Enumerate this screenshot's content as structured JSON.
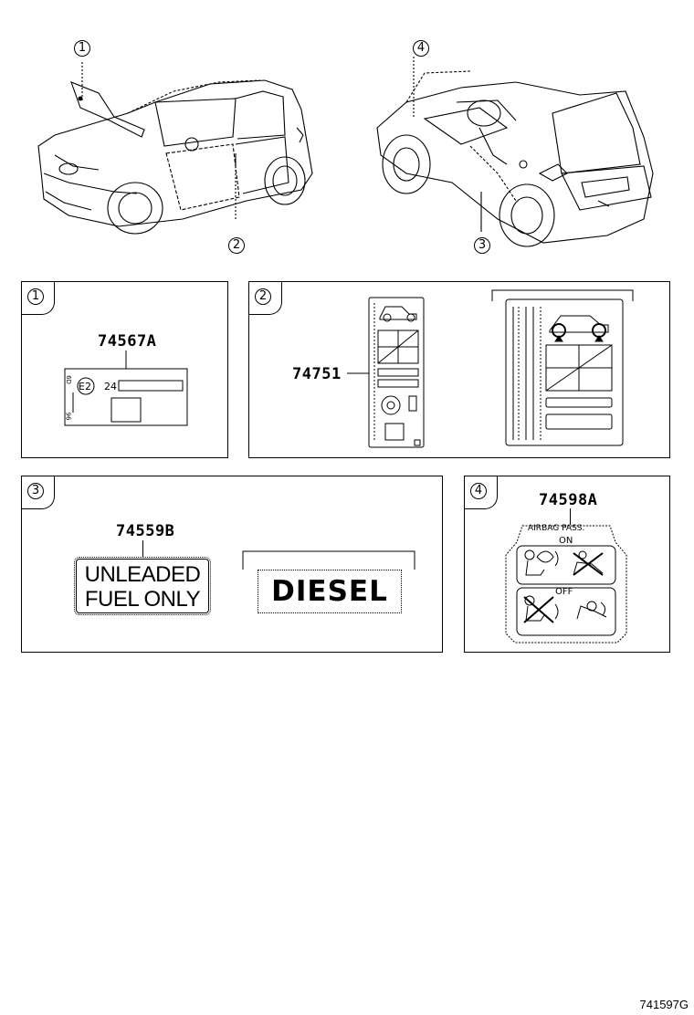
{
  "callouts": {
    "c1": "1",
    "c2": "2",
    "c3": "3",
    "c4": "4"
  },
  "panel1": {
    "number": "1",
    "part_no": "74567A",
    "label_e_mark": "E2",
    "label_code": "24",
    "side_text_top": "6D",
    "side_text_bottom": "96"
  },
  "panel2": {
    "number": "2",
    "part_no": "74751"
  },
  "panel3": {
    "number": "3",
    "part_no": "74559B",
    "unleaded_line1": "UNLEADED",
    "unleaded_line2": "FUEL ONLY",
    "diesel": "DIESEL"
  },
  "panel4": {
    "number": "4",
    "part_no": "74598A",
    "title": "AIRBAG PASS.",
    "on": "ON",
    "off": "OFF"
  },
  "diagram_code": "741597G"
}
